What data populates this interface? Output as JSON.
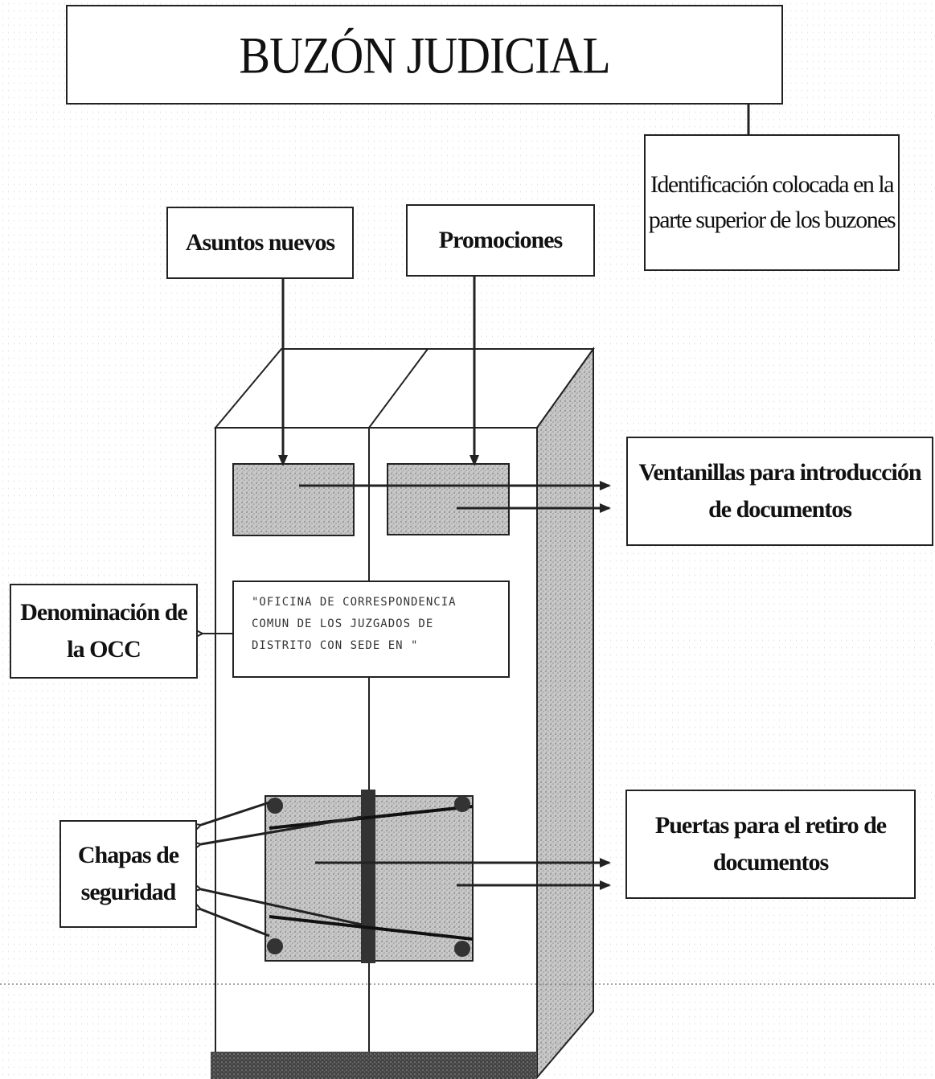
{
  "title": "BUZÓN JUDICIAL",
  "labels": {
    "identificacion": "Identificación colocada en la parte superior de los buzones",
    "asuntos_nuevos": "Asuntos nuevos",
    "promociones": "Promociones",
    "ventanillas": "Ventanillas para introducción de documentos",
    "denominacion": "Denominación de la OCC",
    "chapas": "Chapas de seguridad",
    "puertas": "Puertas para el retiro de documentos"
  },
  "occ_sign": "\"OFICINA DE CORRESPONDENCIA\nCOMUN DE LOS JUZGADOS DE\nDISTRITO CON SEDE EN  \""
}
